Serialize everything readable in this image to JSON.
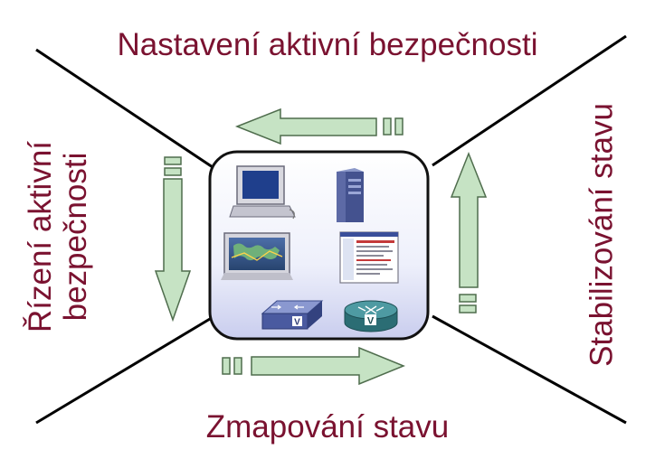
{
  "labels": {
    "top": "Nastavení aktivní bezpečnosti",
    "bottom": "Zmapování stavu",
    "left_line1": "Řízení aktivní",
    "left_line2": "bezpečnosti",
    "right": "Stabilizování stavu"
  },
  "icons": [
    "computer-monitor-icon",
    "server-tower-icon",
    "world-map-monitor-icon",
    "document-window-icon",
    "switch-icon",
    "router-icon"
  ],
  "colors": {
    "label_text": "#7a1230",
    "arrow_fill": "#c6e3c4",
    "arrow_stroke": "#4f6d4d",
    "box_border": "#111111",
    "line": "#000000"
  }
}
